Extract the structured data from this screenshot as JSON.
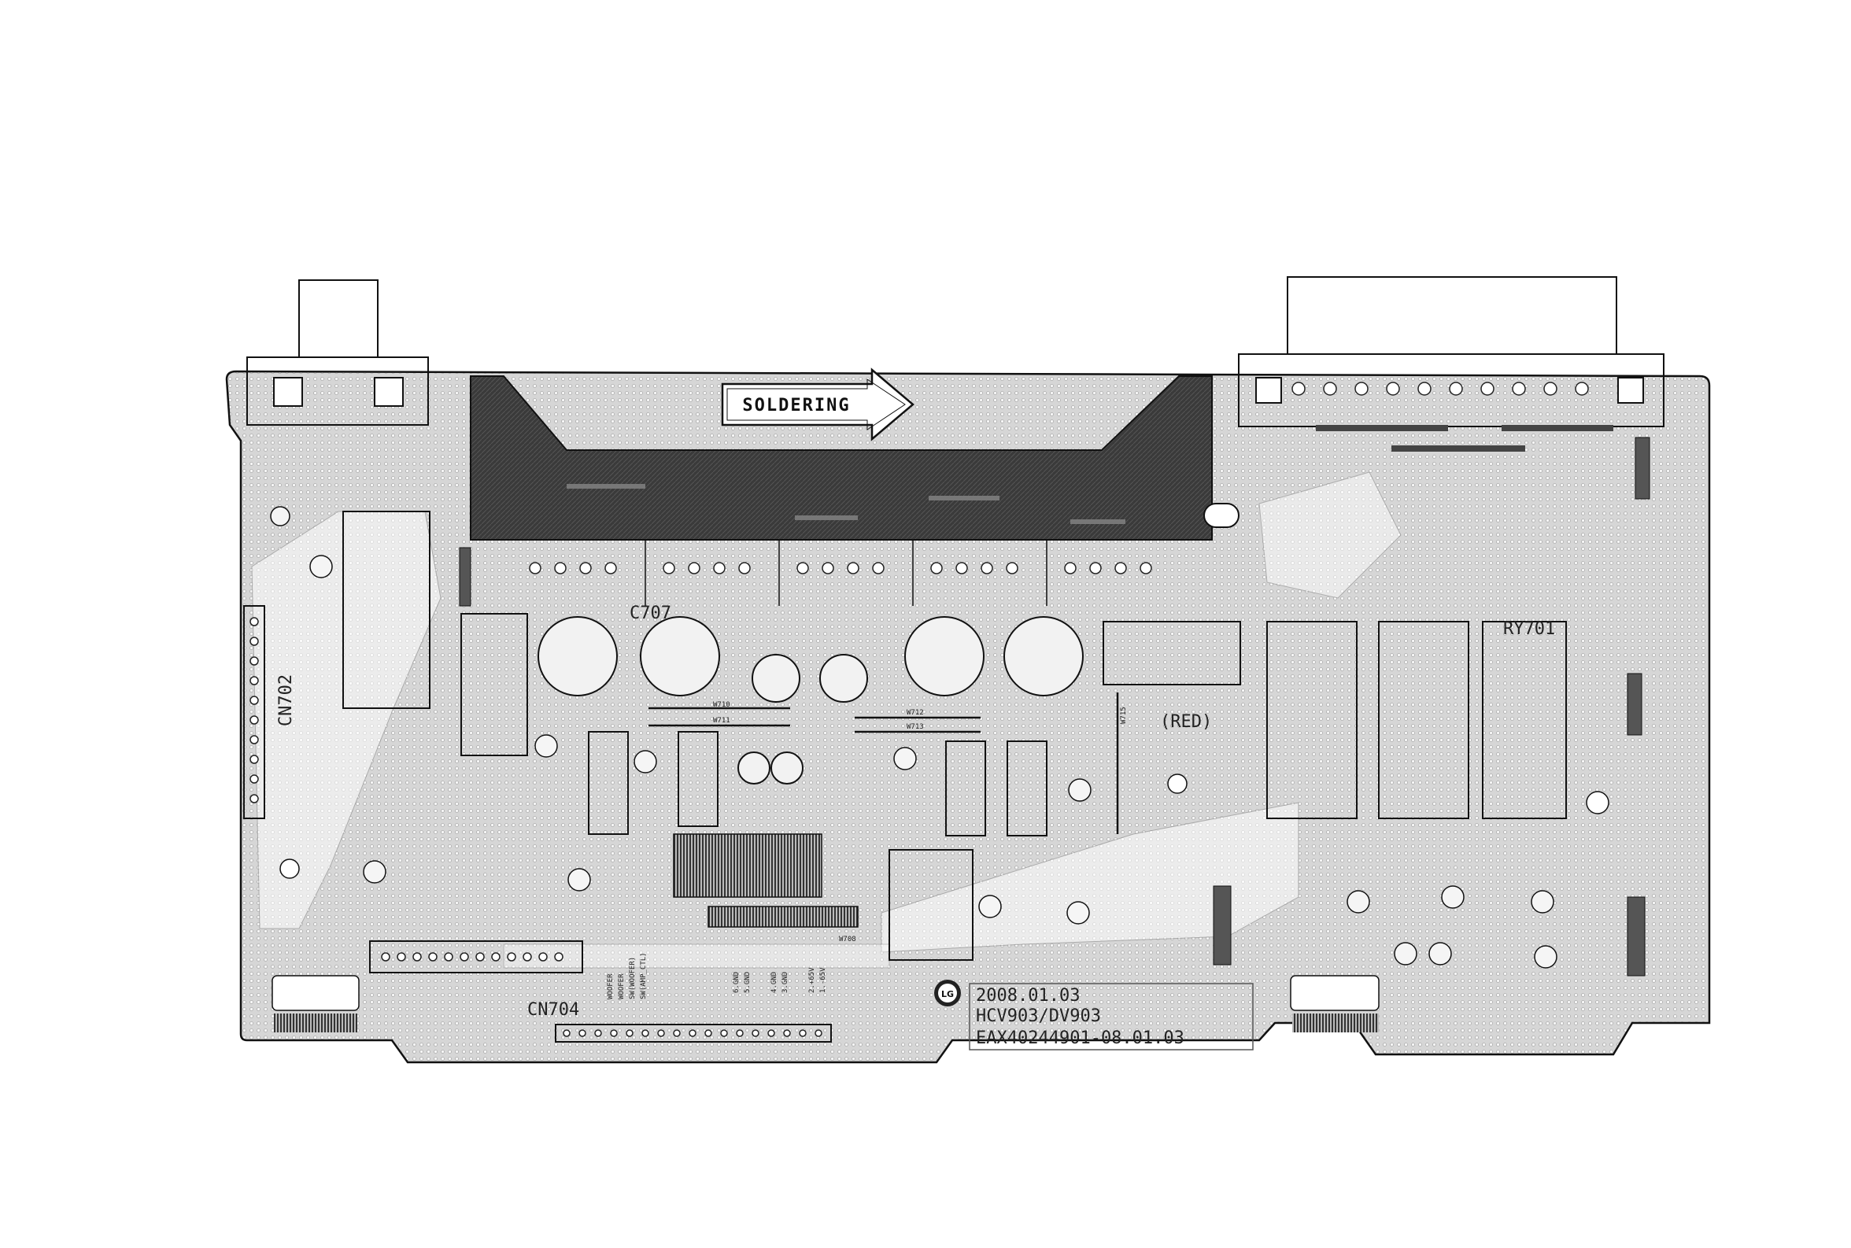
{
  "diagram": {
    "arrow_label": "SOLDERING",
    "stamp": {
      "date": "2008.01.03",
      "model": "HCV903/DV903",
      "part_number": "EAX40244901-08.01.03"
    },
    "connector_labels": {
      "cn702": "CN702",
      "cn704": "CN704",
      "ry701": "RY701",
      "c707": "C707",
      "red": "(RED)"
    },
    "power_pins": [
      "6.GND",
      "5.GND",
      "4.GND",
      "3.GND",
      "2.+65V",
      "1.-65V"
    ],
    "signal_labels": [
      "WOOFER",
      "WOOFER",
      "SW(WOOFER)",
      "SW(AMP_CTL)"
    ],
    "jumpers": [
      "W710",
      "W711",
      "W712",
      "W713",
      "W715",
      "W708"
    ],
    "logo_text": "LG"
  }
}
